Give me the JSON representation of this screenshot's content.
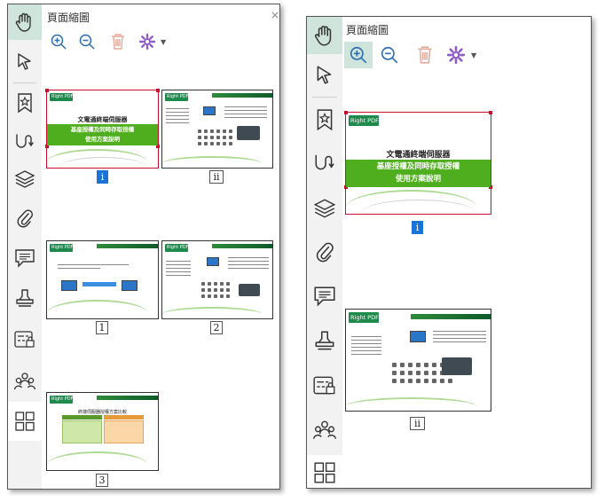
{
  "panel_title": "頁面縮圖",
  "close_glyph": "×",
  "rail_icons": [
    "hand-tool-icon",
    "select-arrow-icon",
    "bookmark-star-icon",
    "signature-icon",
    "layers-icon",
    "attachment-icon",
    "comments-icon",
    "stamp-icon",
    "form-fields-icon",
    "users-icon",
    "thumbnails-icon"
  ],
  "toolbar_icons": [
    "zoom-in-icon",
    "zoom-out-icon",
    "delete-icon",
    "settings-icon"
  ],
  "slide_title_text": "文電通終端伺服器",
  "slide_subtitle_line1": "基座授權及同時存取授權",
  "slide_subtitle_line2": "使用方案說明",
  "slide_logo_text": "Right PDF",
  "slide3_title": "終端伺服器授權方案比較",
  "left_pages": [
    {
      "label": "i",
      "selected": true
    },
    {
      "label": "ii",
      "selected": false
    },
    {
      "label": "1",
      "selected": false
    },
    {
      "label": "2",
      "selected": false
    },
    {
      "label": "3",
      "selected": false
    }
  ],
  "right_pages": [
    {
      "label": "i",
      "selected": true
    },
    {
      "label": "ii",
      "selected": false
    }
  ],
  "colors": {
    "accent_green": "#4fae1d",
    "selection_red": "#c8102e",
    "label_blue": "#1a73d6",
    "active_tool_bg": "#cfe5dc",
    "icon_blue": "#2f6fb0",
    "delete_icon": "#e8a99a",
    "settings_icon": "#8e5ec6"
  }
}
